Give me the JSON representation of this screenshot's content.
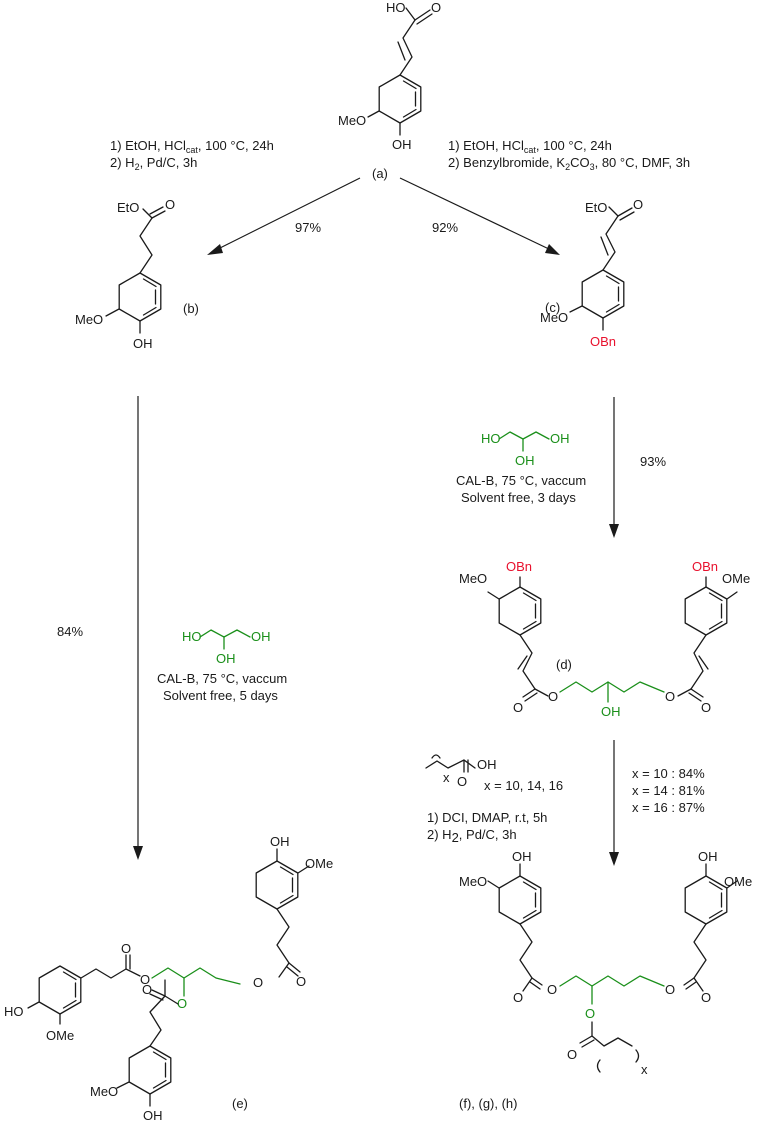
{
  "compounds": {
    "a": {
      "label": "(a)"
    },
    "b": {
      "label": "(b)"
    },
    "c": {
      "label": "(c)"
    },
    "d": {
      "label": "(d)"
    },
    "e": {
      "label": "(e)"
    },
    "fgh": {
      "label": "(f), (g), (h)"
    }
  },
  "atoms": {
    "HO": "HO",
    "OH": "OH",
    "MeO": "MeO",
    "OMe": "OMe",
    "O": "O",
    "EtO": "EtO",
    "OBn": "OBn",
    "x": "x"
  },
  "steps": {
    "left_top": {
      "line1": "1) EtOH, HCl",
      "line1_sub": "cat",
      "line1_rest": ", 100 °C, 24h",
      "line2": "2) H",
      "line2_sub": "2",
      "line2_rest": ", Pd/C, 3h"
    },
    "right_top": {
      "line1": "1) EtOH, HCl",
      "line1_sub": "cat",
      "line1_rest": ", 100 °C, 24h",
      "line2": "2) Benzylbromide, K",
      "line2_sub": "2",
      "line2_rest": "CO",
      "line2_sub2": "3",
      "line2_rest2": ", 80 °C, DMF, 3h"
    },
    "c_to_d": {
      "line1": "CAL-B, 75 °C, vaccum",
      "line2": "Solvent free, 3 days"
    },
    "b_to_e": {
      "line1": "CAL-B, 75 °C, vaccum",
      "line2": "Solvent free, 5 days"
    },
    "d_to_fgh": {
      "xvals": "x = 10, 14, 16",
      "line1": "1) DCI, DMAP, r.t, 5h",
      "line2": "2) H",
      "line2_sub": "2",
      "line2_rest": ", Pd/C, 3h",
      "yields": [
        "x = 10 : 84%",
        "x = 14 : 81%",
        "x = 16 : 87%"
      ]
    }
  },
  "yields": {
    "a_to_b": "97%",
    "a_to_c": "92%",
    "c_to_d": "93%",
    "b_to_e": "84%"
  },
  "colors": {
    "benzyl": "#e8112d",
    "glycerol": "#1a8f1a"
  }
}
